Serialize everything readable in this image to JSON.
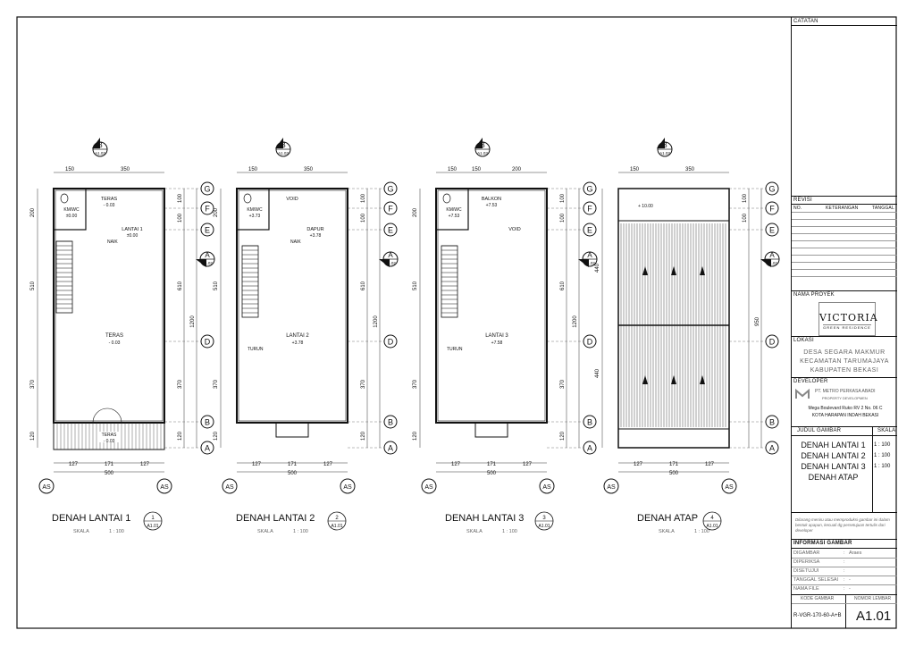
{
  "titleblock": {
    "catatan": "CATATAN",
    "revisi": "REVISI",
    "rev_cols": [
      "NO.",
      "KETERANGAN",
      "TANGGAL"
    ],
    "nama_proyek": "NAMA PROYEK",
    "logo_main": "VICTORIA",
    "logo_sub": "GREEN RESIDENCE",
    "lokasi": "LOKASI",
    "lokasi_lines": [
      "DESA SEGARA MAKMUR",
      "KECAMATAN TARUMAJAYA",
      "KABUPATEN BEKASI"
    ],
    "developer": "DEVELOPER",
    "dev_name": "PT. METRO PERKASA ABADI",
    "dev_sub": "PROPERTY DEVELOPMEN",
    "dev_addr1": "Mega Boulevard Ruko RV 2 No. 06 C",
    "dev_addr2": "KOTA HARAPAN INDAH BEKASI",
    "judul_gambar": "JUDUL GAMBAR",
    "skala": "SKALA",
    "titles": [
      "DENAH LANTAI 1",
      "DENAH LANTAI 2",
      "DENAH LANTAI 3",
      "DENAH ATAP"
    ],
    "scales": [
      "1 : 100",
      "1 : 100",
      "1 : 100"
    ],
    "note": "Dilarang meniru atau memproduksi gambar ini dalam bentuk apapun, kecuali dg persetujuan tertulis dari developer",
    "informasi": "INFORMASI GAMBAR",
    "info_rows": [
      {
        "label": "DIGAMBAR",
        "value": "Araes"
      },
      {
        "label": "DIPERIKSA",
        "value": ""
      },
      {
        "label": "DISETUJUI",
        "value": ""
      },
      {
        "label": "TANGGAL SELESAI",
        "value": "-"
      },
      {
        "label": "NAMA FILE",
        "value": "-"
      }
    ],
    "kode_gambar": "KODE GAMBAR",
    "nomor_lembar": "NOMOR LEMBAR",
    "kode": "R-VGR-170-60-A+B",
    "nomor": "A1.01"
  },
  "plans": [
    {
      "title": "DENAH LANTAI 1",
      "num": "1",
      "ref": "A1.01",
      "skala": "SKALA",
      "scale": "1 : 100",
      "rooms": [
        {
          "t": "KM/WC",
          "l": "±0.00"
        },
        {
          "t": "TERAS",
          "l": "- 0.03"
        },
        {
          "t": "LANTAI 1",
          "l": "±0.00"
        },
        {
          "t": "TERAS",
          "l": "- 0.03"
        }
      ],
      "naik": "NAIK",
      "turun": ""
    },
    {
      "title": "DENAH LANTAI 2",
      "num": "2",
      "ref": "A1.01",
      "skala": "SKALA",
      "scale": "1 : 100",
      "rooms": [
        {
          "t": "KM/WC",
          "l": "+3.73"
        },
        {
          "t": "VOID",
          "l": ""
        },
        {
          "t": "DAPUR",
          "l": "+3.78"
        },
        {
          "t": "LANTAI 2",
          "l": "+3.78"
        }
      ],
      "naik": "NAIK",
      "turun": "TURUN"
    },
    {
      "title": "DENAH LANTAI 3",
      "num": "3",
      "ref": "A1.01",
      "skala": "SKALA",
      "scale": "1 : 100",
      "rooms": [
        {
          "t": "KM/WC",
          "l": "+7.53"
        },
        {
          "t": "BALKON",
          "l": "+7.53"
        },
        {
          "t": "VOID",
          "l": ""
        },
        {
          "t": "LANTAI 3",
          "l": "+7.58"
        }
      ],
      "naik": "",
      "turun": "TURUN"
    },
    {
      "title": "DENAH ATAP",
      "num": "4",
      "ref": "A1.01",
      "skala": "SKALA",
      "scale": "1 : 100",
      "rooms": [
        {
          "t": "",
          "l": "+ 10.00"
        },
        {
          "t": "",
          "l": ""
        },
        {
          "t": "",
          "l": ""
        },
        {
          "t": "",
          "l": ""
        }
      ],
      "naik": "",
      "turun": ""
    }
  ],
  "section_marker": {
    "letter": "B",
    "ref": "A1.03"
  },
  "side_marker": {
    "letter": "A",
    "ref": "A1.02"
  },
  "grid_letters": [
    "G",
    "F",
    "E",
    "D",
    "B",
    "A"
  ],
  "axis_labels": [
    "AS",
    "AS"
  ],
  "dims_top": [
    "150",
    "350"
  ],
  "dims_top_3": [
    "150",
    "150",
    "200"
  ],
  "dims_left": [
    "200",
    "510",
    "370",
    "120"
  ],
  "dims_right": [
    "100",
    "100",
    "610",
    "370",
    "120"
  ],
  "dims_total": "1200",
  "dims_bottom": [
    "127",
    "171",
    "127",
    "500"
  ],
  "atap_dims_left": [
    "440",
    "440"
  ],
  "atap_dims_right": "950"
}
